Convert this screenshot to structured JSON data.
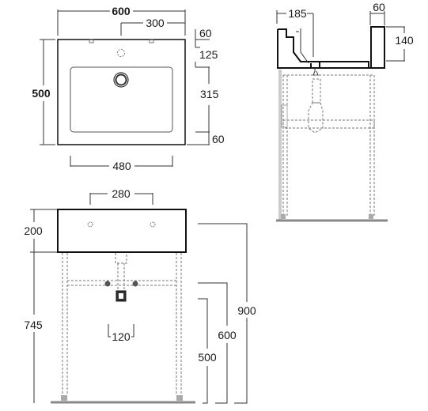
{
  "dimensions": {
    "top_width": "600",
    "top_drain_offset": "300",
    "top_rim_back": "60",
    "top_tap_offset": "125",
    "top_depth": "500",
    "top_bowl_depth": "315",
    "top_rim_front": "60",
    "top_bowl_width": "480",
    "side_depth": "185",
    "side_rim": "60",
    "side_height": "140",
    "front_tap_spacing": "280",
    "front_basin_height": "200",
    "front_total_height": "900",
    "front_rim_height": "745",
    "front_shelf_height": "600",
    "front_waste_height": "500",
    "front_waste_spacing": "120"
  }
}
